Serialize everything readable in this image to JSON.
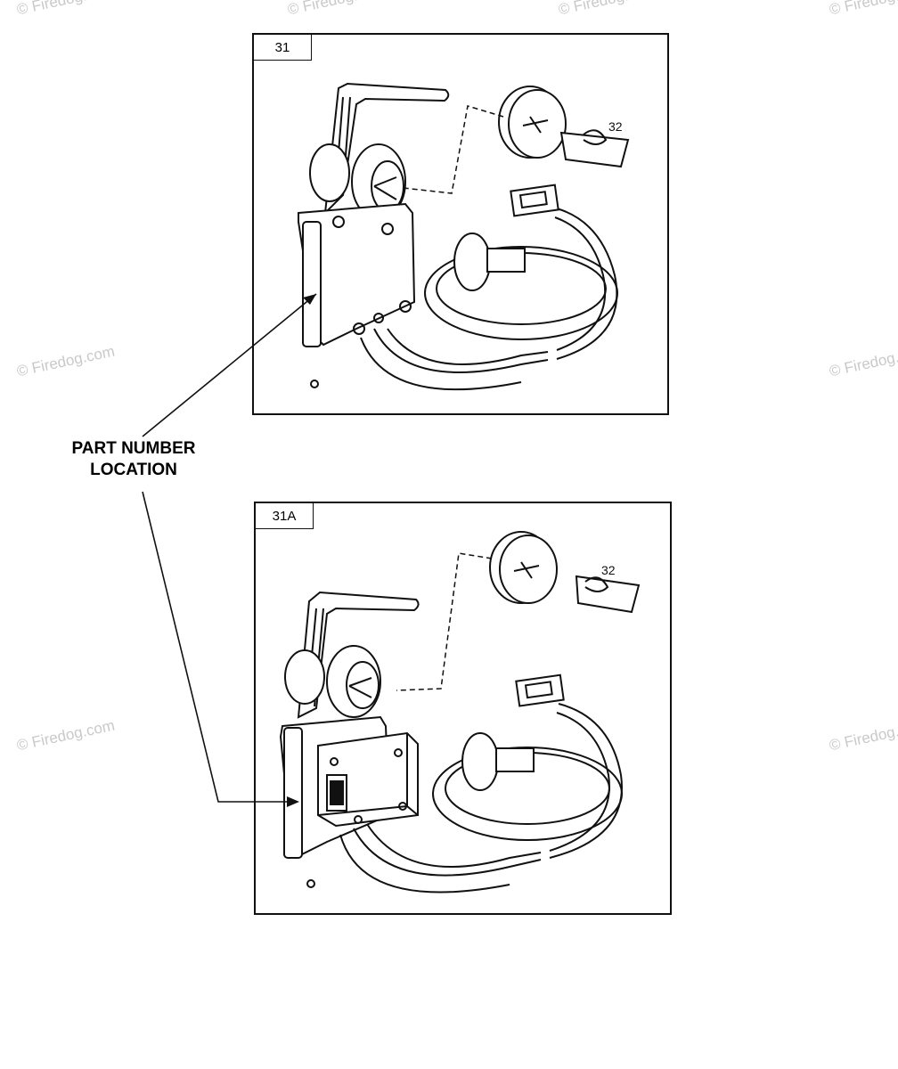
{
  "panels": [
    {
      "id": "31",
      "label": "31",
      "callout": "32"
    },
    {
      "id": "31A",
      "label": "31A",
      "callout": "32"
    }
  ],
  "annotation": {
    "line1": "PART NUMBER",
    "line2": "LOCATION"
  },
  "watermark": "© Firedog.com",
  "colors": {
    "ink": "#111111",
    "watermark": "#c9c9c9",
    "background": "#ffffff"
  }
}
